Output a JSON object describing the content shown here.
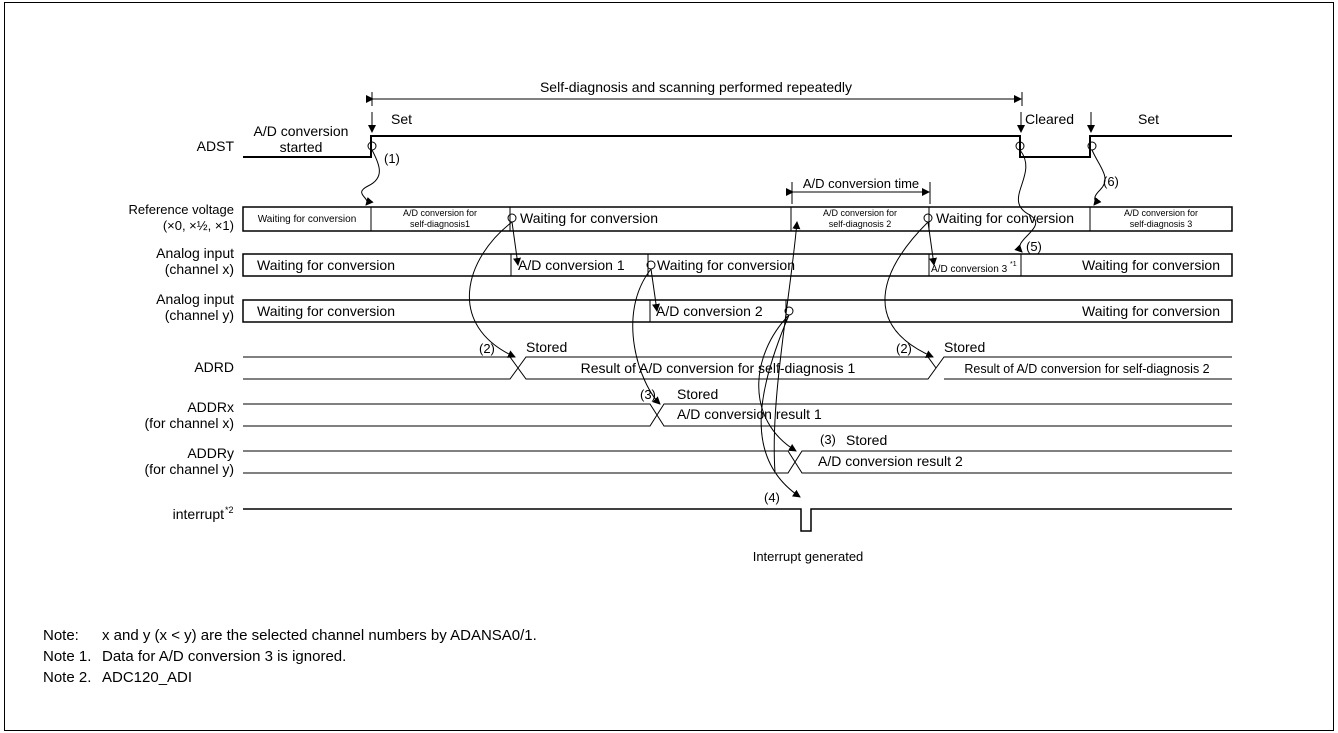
{
  "title": "Self-diagnosis and scanning performed repeatedly",
  "signals": {
    "adst": "ADST",
    "ref_line1": "Reference voltage",
    "ref_line2": "(×0, ×½, ×1)",
    "ax_line1": "Analog input",
    "ax_line2": "(channel x)",
    "ay_line1": "Analog input",
    "ay_line2": "(channel y)",
    "adrd": "ADRD",
    "addrx_line1": "ADDRx",
    "addrx_line2": "(for channel x)",
    "addry_line1": "ADDRy",
    "addry_line2": "(for channel y)",
    "interrupt": "interrupt",
    "interrupt_sup": "*2"
  },
  "labels": {
    "ad_started_1": "A/D conversion",
    "ad_started_2": "started",
    "set": "Set",
    "cleared": "Cleared",
    "set2": "Set",
    "conv_time": "A/D conversion time",
    "interrupt_generated": "Interrupt generated",
    "stored": "Stored"
  },
  "step_marks": {
    "s1": "(1)",
    "s2": "(2)",
    "s3": "(3)",
    "s4": "(4)",
    "s5": "(5)",
    "s6": "(6)"
  },
  "ref_segments": {
    "wait_small": "Waiting for conversion",
    "sd1_a": "A/D conversion for",
    "sd1_b": "self-diagnosis1",
    "wait_big": "Waiting for conversion",
    "sd2_a": "A/D conversion for",
    "sd2_b": "self-diagnosis 2",
    "wait_big2": "Waiting for conversion",
    "sd3_a": "A/D conversion for",
    "sd3_b": "self-diagnosis 3"
  },
  "ax_segments": {
    "wait1": "Waiting for conversion",
    "conv1": "A/D conversion 1",
    "wait2": "Waiting for conversion",
    "conv3": "A/D conversion 3",
    "conv3_sup": "*1",
    "wait3": "Waiting for conversion"
  },
  "ay_segments": {
    "wait1": "Waiting for conversion",
    "conv2": "A/D conversion 2",
    "wait2": "Waiting for conversion"
  },
  "data_segments": {
    "adrd1": "Result of A/D conversion for self-diagnosis 1",
    "adrd2": "Result of A/D conversion for self-diagnosis 2",
    "addrx": "A/D conversion result 1",
    "addry": "A/D conversion result 2"
  },
  "notes": [
    {
      "label": "Note:",
      "text": "x and y (x < y) are the selected channel numbers by ADANSA0/1."
    },
    {
      "label": "Note 1.",
      "text": "Data for A/D conversion 3 is ignored."
    },
    {
      "label": "Note 2.",
      "text": "ADC120_ADI"
    }
  ]
}
